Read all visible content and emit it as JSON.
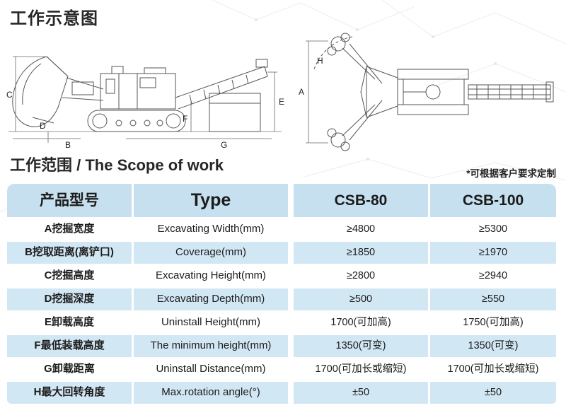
{
  "page": {
    "title": "工作示意图",
    "scope_title_zh": "工作范围",
    "scope_title_en": " / The Scope of work",
    "note": "*可根据客户要求定制"
  },
  "diagrams": {
    "side_view": {
      "description": "crawler-loader-side-view",
      "labels": [
        "C",
        "D",
        "B",
        "F",
        "G",
        "E"
      ]
    },
    "top_view": {
      "description": "crawler-loader-top-view",
      "labels": [
        "H",
        "A"
      ]
    }
  },
  "table": {
    "headers": [
      "产品型号",
      "Type",
      "CSB-80",
      "CSB-100"
    ],
    "rows": [
      {
        "model": "A挖掘宽度",
        "type": "Excavating Width(mm)",
        "csb80": "≥4800",
        "csb100": "≥5300"
      },
      {
        "model": "B挖取距离(离铲口)",
        "type": "Coverage(mm)",
        "csb80": "≥1850",
        "csb100": "≥1970"
      },
      {
        "model": "C挖掘高度",
        "type": "Excavating Height(mm)",
        "csb80": "≥2800",
        "csb100": "≥2940"
      },
      {
        "model": "D挖掘深度",
        "type": "Excavating Depth(mm)",
        "csb80": "≥500",
        "csb100": "≥550"
      },
      {
        "model": "E卸载高度",
        "type": "Uninstall Height(mm)",
        "csb80": "1700(可加高)",
        "csb100": "1750(可加高)"
      },
      {
        "model": "F最低装载高度",
        "type": "The minimum height(mm)",
        "csb80": "1350(可变)",
        "csb100": "1350(可变)"
      },
      {
        "model": "G卸载距离",
        "type": "Uninstall Distance(mm)",
        "csb80": "1700(可加长或缩短)",
        "csb100": "1700(可加长或缩短)"
      },
      {
        "model": "H最大回转角度",
        "type": "Max.rotation angle(°)",
        "csb80": "±50",
        "csb100": "±50"
      }
    ],
    "colors": {
      "header_bg": "#c7e0f0",
      "row_alt_bg": "#d2e7f4",
      "row_bg": "#ffffff"
    }
  }
}
